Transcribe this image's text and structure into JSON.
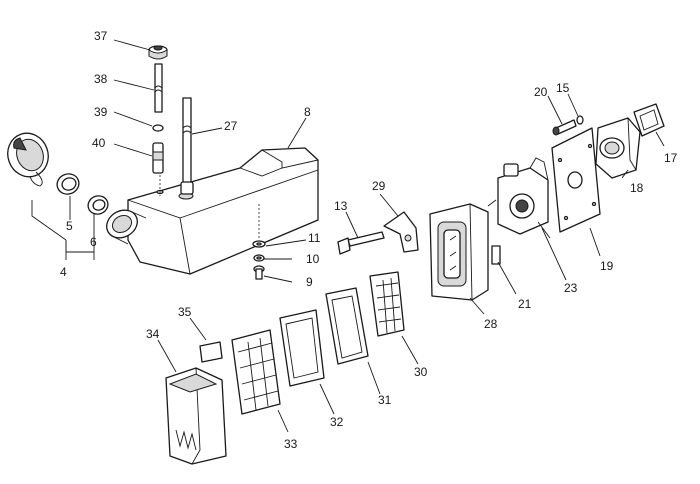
{
  "labels": {
    "p37": "37",
    "p38": "38",
    "p39": "39",
    "p40": "40",
    "p27": "27",
    "p8": "8",
    "p4": "4",
    "p5": "5",
    "p6": "6",
    "p11": "11",
    "p10": "10",
    "p9": "9",
    "p13": "13",
    "p29": "29",
    "p28": "28",
    "p21": "21",
    "p20": "20",
    "p15": "15",
    "p17": "17",
    "p18": "18",
    "p19": "19",
    "p23": "23",
    "p35": "35",
    "p34": "34",
    "p33": "33",
    "p32": "32",
    "p31": "31",
    "p30": "30"
  }
}
